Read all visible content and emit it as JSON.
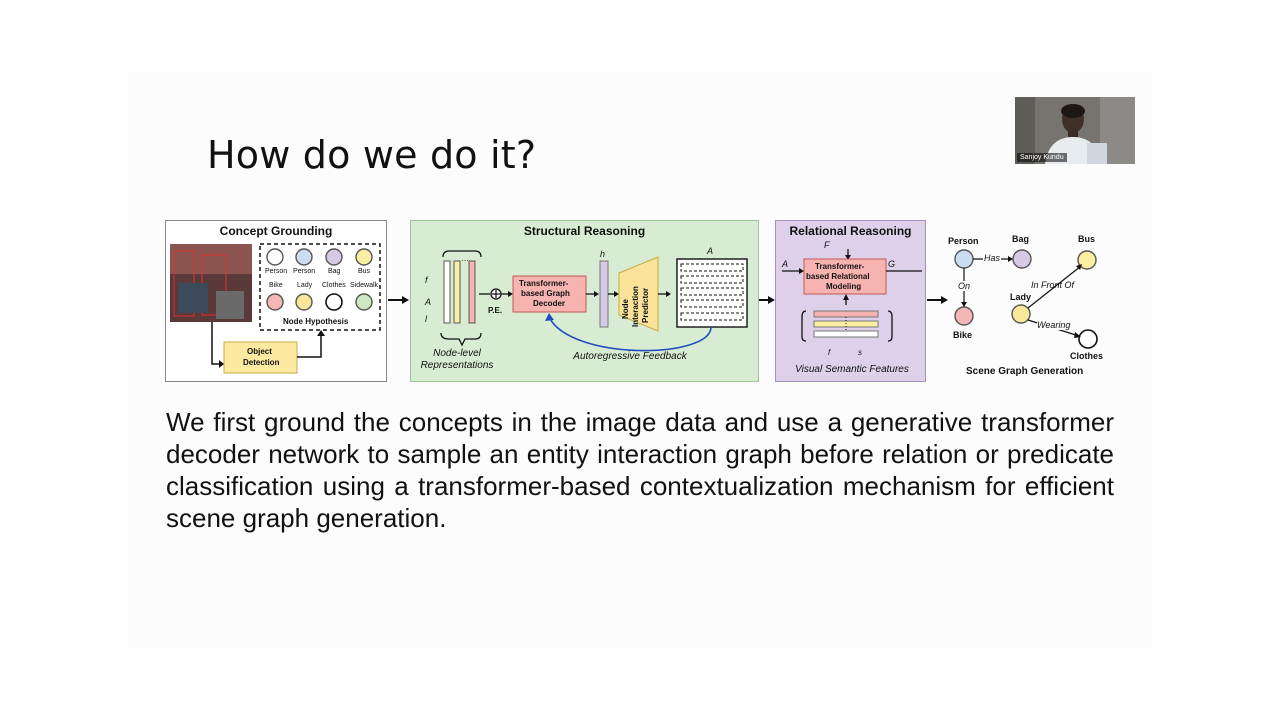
{
  "slide": {
    "title": "How do we do it?",
    "body": "We first ground the concepts in the image data and use a generative transformer decoder network to sample an entity interaction graph before relation or predicate classification using a transformer-based contextualization mechanism for efficient scene graph generation."
  },
  "webcam": {
    "participant_name": "Sanjoy Kundu"
  },
  "diagram": {
    "concept_grounding": {
      "title": "Concept Grounding",
      "node_labels_row1": [
        "Person",
        "Person",
        "Bag",
        "Bus"
      ],
      "node_labels_row2": [
        "Bike",
        "Lady",
        "Clothes",
        "Sidewalk"
      ],
      "hypothesis_label": "Node Hypothesis",
      "detection_label_1": "Object",
      "detection_label_2": "Detection"
    },
    "structural_reasoning": {
      "title": "Structural Reasoning",
      "decoder_line1": "Transformer-",
      "decoder_line2": "based Graph",
      "decoder_line3": "Decoder",
      "predictor_line1": "Node",
      "predictor_line2": "Interaction",
      "predictor_line3": "Predictor",
      "pe_label": "P.E.",
      "node_level_line1": "Node-level",
      "node_level_line2": "Representations",
      "feedback_label": "Autoregressive Feedback"
    },
    "relational_reasoning": {
      "title": "Relational Reasoning",
      "model_line1": "Transformer-",
      "model_line2": "based Relational",
      "model_line3": "Modeling",
      "features_label": "Visual Semantic Features"
    },
    "scene_graph": {
      "nodes": [
        "Person",
        "Bag",
        "Bus",
        "Lady",
        "Bike",
        "Clothes"
      ],
      "edges": [
        "Has",
        "On",
        "In Front Of",
        "Wearing"
      ],
      "caption": "Scene Graph Generation"
    }
  },
  "colors": {
    "green_panel": "#d8ecd3",
    "purple_panel": "#ddd0e8",
    "yellow_box": "#fbeaa0",
    "red_box": "#f6b3b0",
    "feedback_arrow": "#1f4fbf"
  }
}
